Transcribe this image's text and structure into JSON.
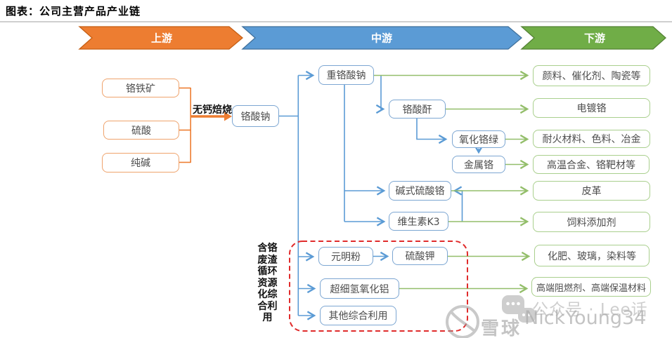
{
  "title": "图表：公司主营产品产业链",
  "banners": {
    "upstream": "上游",
    "midstream": "中游",
    "downstream": "下游"
  },
  "upstream": {
    "items": [
      "铬铁矿",
      "硫酸",
      "纯碱"
    ],
    "process_label": "无钙焙烧"
  },
  "midstream": {
    "sodium_chromate": "铬酸钠",
    "sodium_dichromate": "重铬酸钠",
    "chromic_anhydride": "铬酸酐",
    "chrome_oxide_green": "氧化铬绿",
    "chromium_metal": "金属铬",
    "basic_chromium_sulfate": "碱式硫酸铬",
    "vitamin_k3": "维生素K3",
    "sodium_sulfate": "元明粉",
    "potassium_sulfate": "硫酸钾",
    "ultrafine_aluminum_hydroxide": "超细氢氧化铝",
    "other_utilization": "其他综合利用",
    "recycle_label": "含铬废渣循环资源化综合利用"
  },
  "downstream": {
    "items": [
      "颜料、催化剂、陶瓷等",
      "电镀铬",
      "耐火材料、色料、冶金",
      "高温合金、铬靶材等",
      "皮革",
      "饲料添加剂",
      "化肥、玻璃，染料等",
      "高端阻燃剂、高端保温材料"
    ]
  },
  "watermark": {
    "xueqiu": "雪球",
    "wechat_account": "公众号 · Lee话",
    "handle": "NickYoung34"
  },
  "colors": {
    "upstream_orange": "#ED7D31",
    "midstream_blue": "#5B9BD5",
    "downstream_green": "#70AD47",
    "line_green": "#93BE6A",
    "dashed_red": "#E02B2B"
  }
}
